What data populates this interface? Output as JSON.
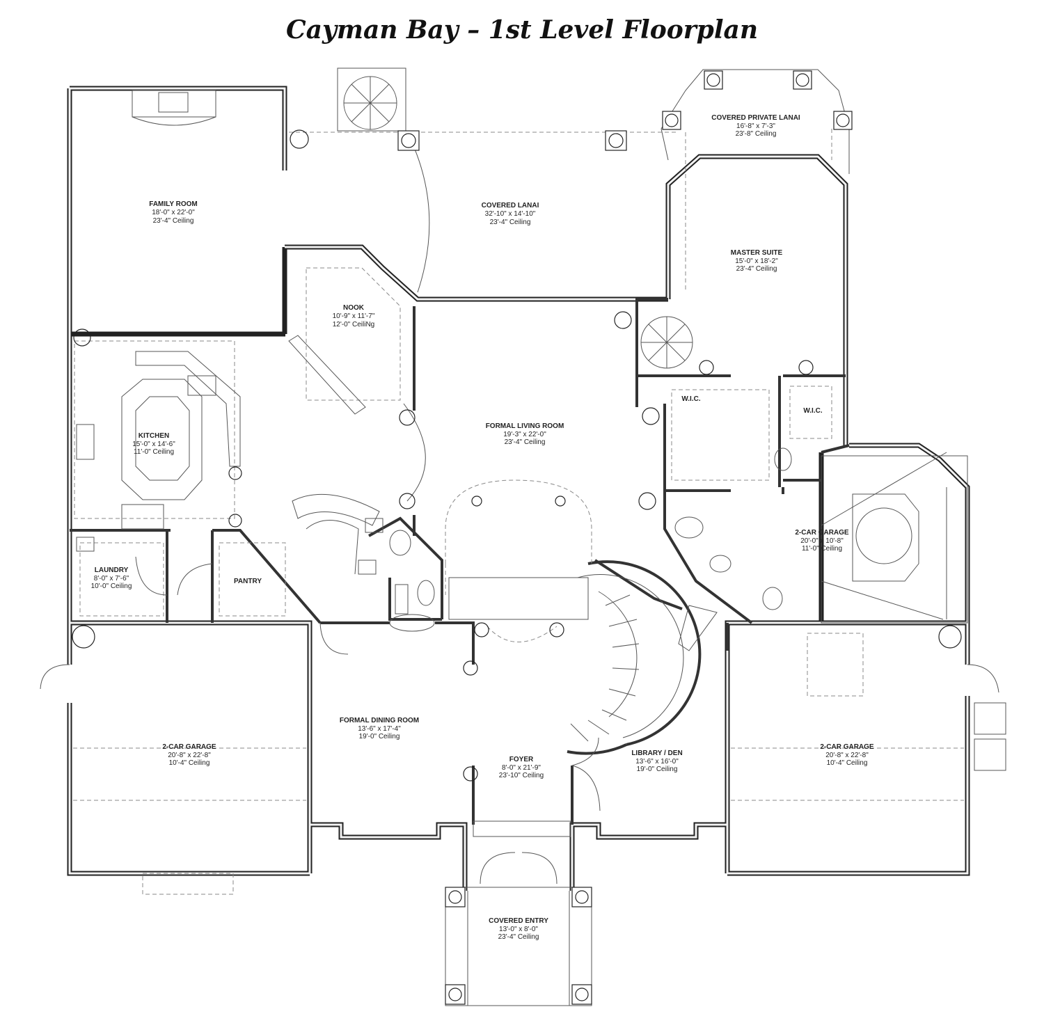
{
  "title": "Cayman Bay – 1st Level Floorplan",
  "rooms": {
    "family_room": {
      "name": "FAMILY ROOM",
      "size": "18'-0\" x 22'-0\"",
      "ceiling": "23'-4\" Ceiling"
    },
    "covered_lanai": {
      "name": "COVERED LANAI",
      "size": "32'-10\" x 14'-10\"",
      "ceiling": "23'-4\" Ceiling"
    },
    "covered_private_lanai": {
      "name": "COVERED PRIVATE LANAI",
      "size": "16'-8\" x 7'-3\"",
      "ceiling": "23'-8\" Ceiling"
    },
    "master_suite": {
      "name": "MASTER SUITE",
      "size": "15'-0\" x 18'-2\"",
      "ceiling": "23'-4\" Ceiling"
    },
    "nook": {
      "name": "NOOK",
      "size": "10'-9\" x 11'-7\"",
      "ceiling": "12'-0\" CeiliNg"
    },
    "kitchen": {
      "name": "KITCHEN",
      "size": "15'-0\" x 14'-6\"",
      "ceiling": "11'-0\" Ceiling"
    },
    "formal_living_room": {
      "name": "FORMAL LIVING ROOM",
      "size": "19'-3\" x 22'-0\"",
      "ceiling": "23'-4\" Ceiling"
    },
    "wic_left": {
      "name": "W.I.C."
    },
    "wic_right": {
      "name": "W.I.C."
    },
    "laundry": {
      "name": "LAUNDRY",
      "size": "8'-0\" x 7'-6\"",
      "ceiling": "10'-0\" Ceiling"
    },
    "pantry": {
      "name": "PANTRY"
    },
    "garage_small": {
      "name": "2-CAR GARAGE",
      "size": "20'-0\" x 10'-8\"",
      "ceiling": "11'-0\" Ceiling"
    },
    "garage_left": {
      "name": "2-CAR GARAGE",
      "size": "20'-8\" x 22'-8\"",
      "ceiling": "10'-4\" Ceiling"
    },
    "formal_dining_room": {
      "name": "FORMAL DINING ROOM",
      "size": "13'-6\" x 17'-4\"",
      "ceiling": "19'-0\" Ceiling"
    },
    "foyer": {
      "name": "FOYER",
      "size": "8'-0\" x 21'-9\"",
      "ceiling": "23'-10\" Ceiling"
    },
    "library_den": {
      "name": "LIBRARY / DEN",
      "size": "13'-6\" x 16'-0\"",
      "ceiling": "19'-0\" Ceiling"
    },
    "garage_right": {
      "name": "2-CAR GARAGE",
      "size": "20'-8\" x 22'-8\"",
      "ceiling": "10'-4\" Ceiling"
    },
    "covered_entry": {
      "name": "COVERED ENTRY",
      "size": "13'-0\" x 8'-0\"",
      "ceiling": "23'-4\" Ceiling"
    }
  }
}
